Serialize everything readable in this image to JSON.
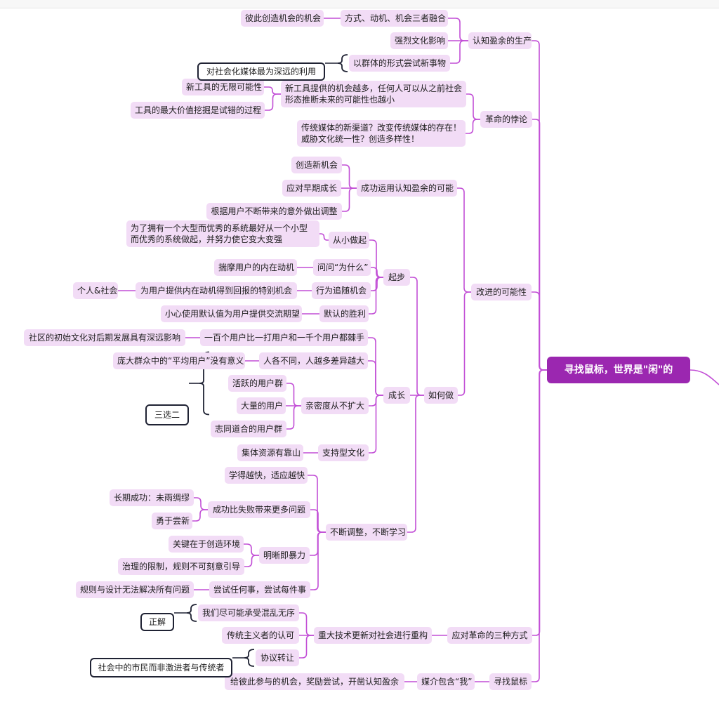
{
  "root": "寻找鼠标，世界是\"闲\"的",
  "nodes": [
    {
      "id": "b1",
      "text": "认知盈余的生产"
    },
    {
      "id": "b1a",
      "text": "方式、动机、机会三者融合"
    },
    {
      "id": "b1a1",
      "text": "彼此创造机会的机会"
    },
    {
      "id": "b1b",
      "text": "强烈文化影响"
    },
    {
      "id": "b1c",
      "text": "以群体的形式尝试新事物"
    },
    {
      "id": "b2",
      "text": "革命的悖论"
    },
    {
      "id": "b2a",
      "text": "新工具提供的机会越多，任何人可以从之前社会形态推断未来的可能性也越小"
    },
    {
      "id": "b2a1",
      "text": "新工具的无限可能性"
    },
    {
      "id": "b2a2",
      "text": "工具的最大价值挖掘是试错的过程"
    },
    {
      "id": "b2b",
      "text": "传统媒体的新渠道？改变传统媒体的存在！威胁文化统一性？创造多样性！"
    },
    {
      "id": "b3",
      "text": "改进的可能性"
    },
    {
      "id": "b3a",
      "text": "成功运用认知盈余的可能"
    },
    {
      "id": "b3a1",
      "text": "创造新机会"
    },
    {
      "id": "b3a2",
      "text": "应对早期成长"
    },
    {
      "id": "b3a3",
      "text": "根据用户不断带来的意外做出调整"
    },
    {
      "id": "b3b",
      "text": "如何做"
    },
    {
      "id": "qb",
      "text": "起步"
    },
    {
      "id": "qb1",
      "text": "从小做起"
    },
    {
      "id": "qb1a",
      "text": "为了拥有一个大型而优秀的系统最好从一个小型而优秀的系统做起，并努力使它变大变强"
    },
    {
      "id": "qb2",
      "text": "问问“为什么”"
    },
    {
      "id": "qb2a",
      "text": "揣摩用户的内在动机"
    },
    {
      "id": "qb3",
      "text": "行为追随机会"
    },
    {
      "id": "qb3a",
      "text": "为用户提供内在动机得到回报的特别机会"
    },
    {
      "id": "qb3b",
      "text": "个人&社会"
    },
    {
      "id": "qb4",
      "text": "默认的胜利"
    },
    {
      "id": "qb4a",
      "text": "小心使用默认值为用户提供交流期望"
    },
    {
      "id": "cz",
      "text": "成长"
    },
    {
      "id": "cz1",
      "text": "一百个用户比一打用户和一千个用户都棘手"
    },
    {
      "id": "cz1a",
      "text": "社区的初始文化对后期发展具有深远影响"
    },
    {
      "id": "cz2",
      "text": "人各不同，人越多差异越大"
    },
    {
      "id": "cz2a",
      "text": "庞大群众中的“平均用户”没有意义"
    },
    {
      "id": "cz3",
      "text": "亲密度从不扩大"
    },
    {
      "id": "cz3a",
      "text": "活跃的用户群"
    },
    {
      "id": "cz3b",
      "text": "大量的用户"
    },
    {
      "id": "cz3c",
      "text": "志同道合的用户群"
    },
    {
      "id": "cz4",
      "text": "支持型文化"
    },
    {
      "id": "cz4a",
      "text": "集体资源有靠山"
    },
    {
      "id": "tz",
      "text": "不断调整，不断学习"
    },
    {
      "id": "tz1",
      "text": "学得越快，适应越快"
    },
    {
      "id": "tz2",
      "text": "成功比失败带来更多问题"
    },
    {
      "id": "tz2a",
      "text": "长期成功：未雨绸缪"
    },
    {
      "id": "tz2b",
      "text": "勇于尝新"
    },
    {
      "id": "tz3",
      "text": "明晰即暴力"
    },
    {
      "id": "tz3a",
      "text": "关键在于创造环境"
    },
    {
      "id": "tz3b",
      "text": "治理的限制，规则不可刻意引导"
    },
    {
      "id": "tz4",
      "text": "尝试任何事，尝试每件事"
    },
    {
      "id": "tz4a",
      "text": "规则与设计无法解决所有问题"
    },
    {
      "id": "b4",
      "text": "应对革命的三种方式"
    },
    {
      "id": "b4a",
      "text": "重大技术更新对社会进行重构"
    },
    {
      "id": "b4a1",
      "text": "我们尽可能承受混乱无序"
    },
    {
      "id": "b4a2",
      "text": "传统主义者的认可"
    },
    {
      "id": "b4a3",
      "text": "协议转让"
    },
    {
      "id": "b5",
      "text": "寻找鼠标"
    },
    {
      "id": "b5a",
      "text": "媒介包含“我”"
    },
    {
      "id": "b5a1",
      "text": "给彼此参与的机会，奖励尝试，开凿认知盈余"
    }
  ],
  "summaries": [
    {
      "id": "s1",
      "text": "对社会化媒体最为深远的利用"
    },
    {
      "id": "s2",
      "text": "三选二"
    },
    {
      "id": "s3",
      "text": "正解"
    },
    {
      "id": "s4",
      "text": "社会中的市民而非激进者与传统者"
    }
  ],
  "colors": {
    "root": "#9b27b0",
    "link": "#c24fd6",
    "node_bg": "#f2dcf6",
    "summary_border": "#1f2233"
  }
}
